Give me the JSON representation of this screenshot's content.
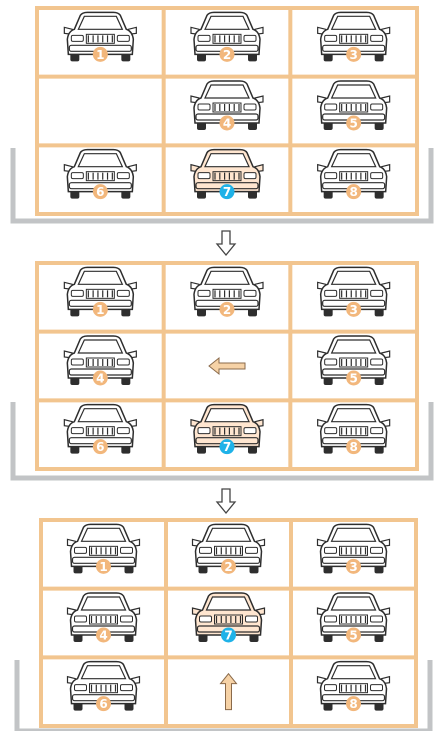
{
  "colors": {
    "frame": "#f2c58f",
    "pit": "#c2c4c6",
    "car_body": "#ffffff",
    "car_highlight": "#ffe6d0",
    "car_outline": "#2e2e2e",
    "badge": "#f2b77c",
    "highlight_badge": "#1fb2e8",
    "arrow_fill": "#f6d2a6",
    "arrow_outline": "#8a6a4a",
    "down_arrow_fill": "#ffffff",
    "down_arrow_outline": "#444444"
  },
  "steps": [
    {
      "grid": [
        [
          {
            "car": "1"
          },
          {
            "car": "2"
          },
          {
            "car": "3"
          }
        ],
        [
          {
            "car": null
          },
          {
            "car": "4"
          },
          {
            "car": "5"
          }
        ],
        [
          {
            "car": "6"
          },
          {
            "car": "7",
            "highlight": true
          },
          {
            "car": "8"
          }
        ]
      ]
    },
    {
      "grid": [
        [
          {
            "car": "1"
          },
          {
            "car": "2"
          },
          {
            "car": "3"
          }
        ],
        [
          {
            "car": "4"
          },
          {
            "car": null,
            "arrow": "left"
          },
          {
            "car": "5"
          }
        ],
        [
          {
            "car": "6"
          },
          {
            "car": "7",
            "highlight": true
          },
          {
            "car": "8"
          }
        ]
      ]
    },
    {
      "grid": [
        [
          {
            "car": "1"
          },
          {
            "car": "2"
          },
          {
            "car": "3"
          }
        ],
        [
          {
            "car": "4"
          },
          {
            "car": "7",
            "highlight": true
          },
          {
            "car": "5"
          }
        ],
        [
          {
            "car": "6"
          },
          {
            "car": null,
            "arrow": "up"
          },
          {
            "car": "8"
          }
        ]
      ]
    }
  ],
  "transitions": [
    "down-arrow",
    "down-arrow"
  ]
}
